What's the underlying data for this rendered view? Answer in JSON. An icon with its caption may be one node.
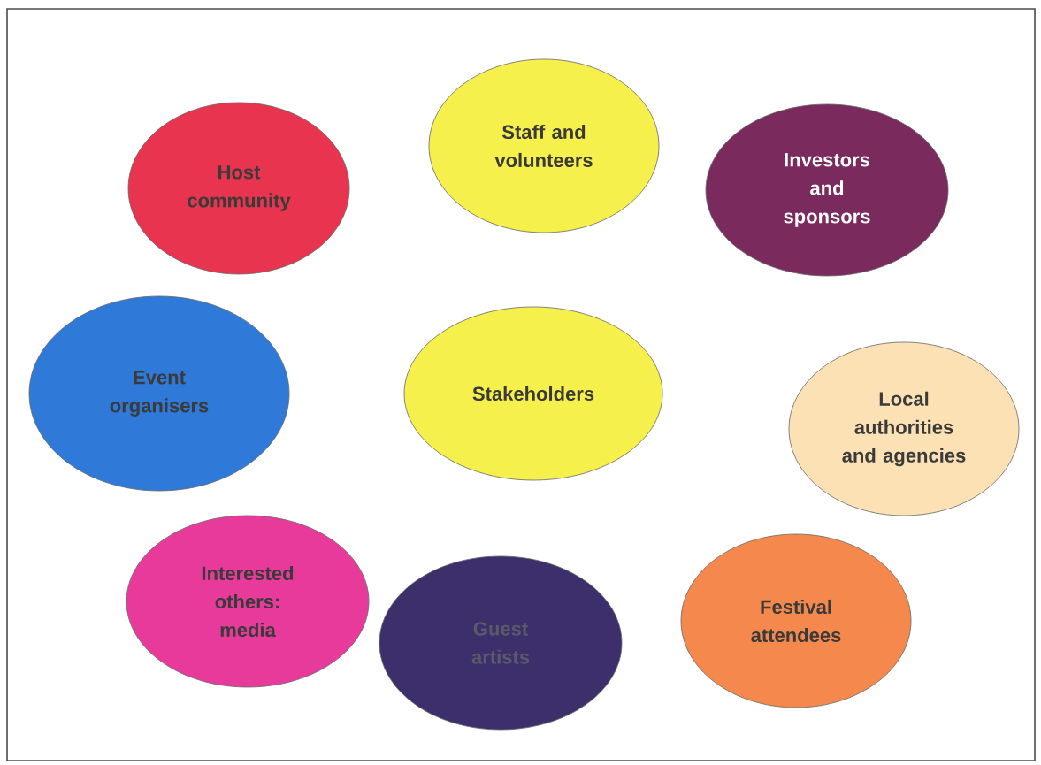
{
  "diagram": {
    "nodes": [
      {
        "text": [
          "Host community"
        ]
      },
      {
        "text": [
          "Staff and volunteers"
        ]
      },
      {
        "text": [
          "Investors and sponsors"
        ]
      },
      {
        "text": [
          "Event organisers"
        ]
      },
      {
        "text": [
          "Stakeholders"
        ]
      },
      {
        "text": [
          "Local authorities and agencies"
        ]
      },
      {
        "text": [
          "Interested others: media"
        ]
      },
      {
        "text": [
          "Guest artists"
        ]
      },
      {
        "text": [
          "Festival attendees"
        ]
      }
    ]
  }
}
